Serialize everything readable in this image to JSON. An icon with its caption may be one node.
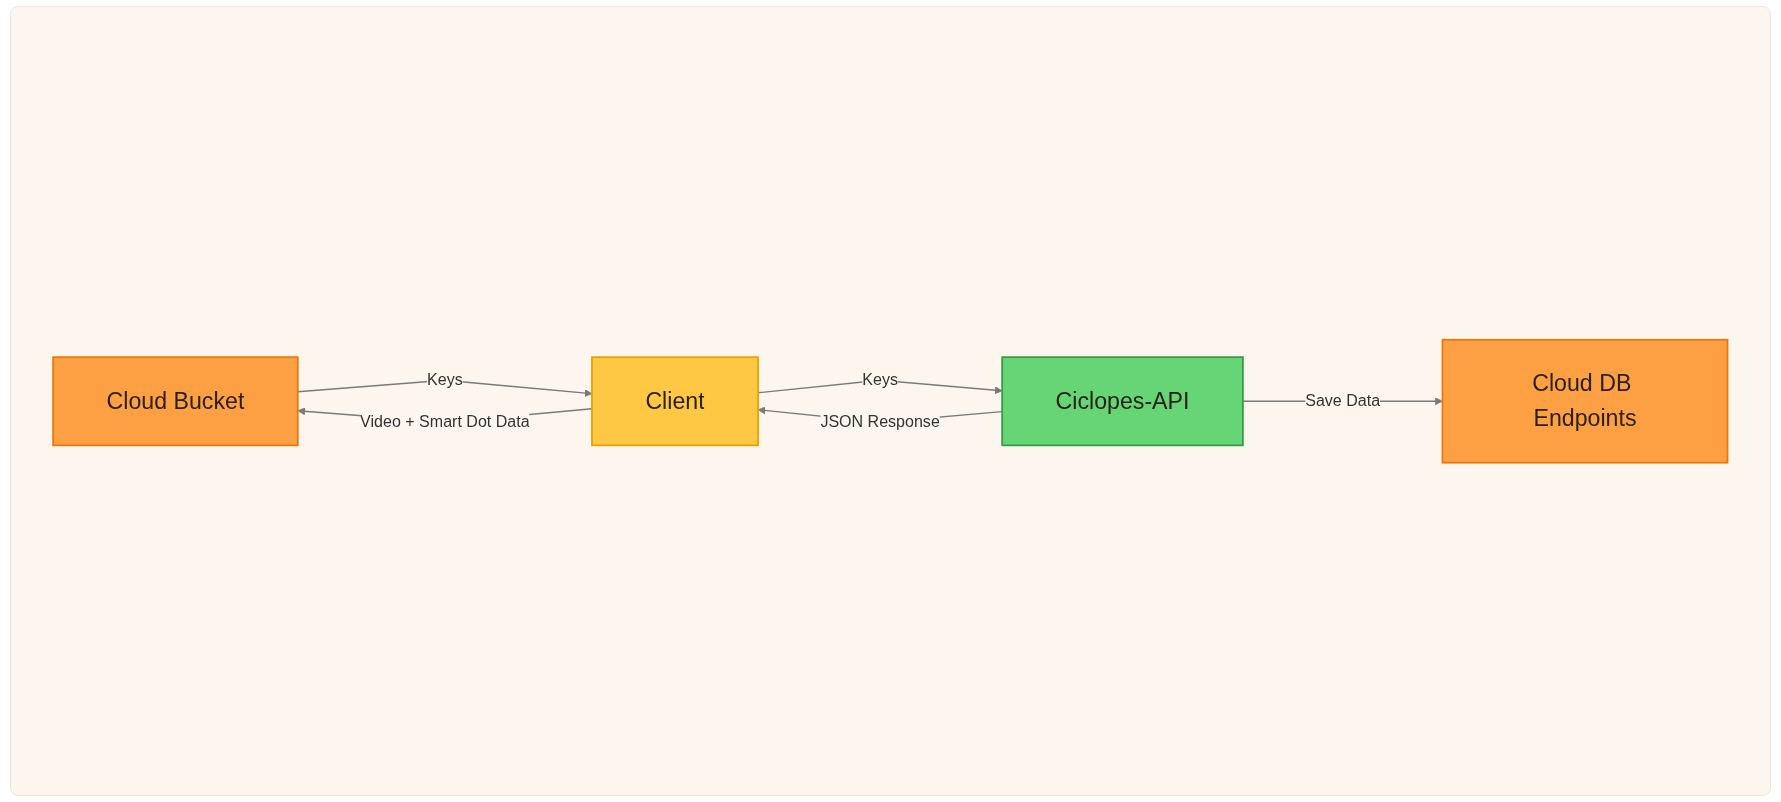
{
  "diagram": {
    "nodes": [
      {
        "text": [
          "Cloud Bucket"
        ]
      },
      {
        "text": [
          "Cloud DB Endpoints"
        ]
      },
      {
        "text": [
          "Client"
        ]
      },
      {
        "text": [
          "Ciclopes-API"
        ]
      }
    ],
    "edges": [
      {
        "from": 2,
        "to": 0,
        "arrow": "to",
        "label": "Video + Smart Dot Data"
      },
      {
        "from": 0,
        "to": 2,
        "arrow": "to",
        "label": "Keys"
      },
      {
        "from": 2,
        "to": 3,
        "arrow": "to",
        "label": "Keys"
      },
      {
        "from": 3,
        "to": 2,
        "arrow": "to",
        "label": "JSON Response"
      },
      {
        "from": 3,
        "to": 1,
        "arrow": "to",
        "label": "Save Data"
      }
    ]
  }
}
